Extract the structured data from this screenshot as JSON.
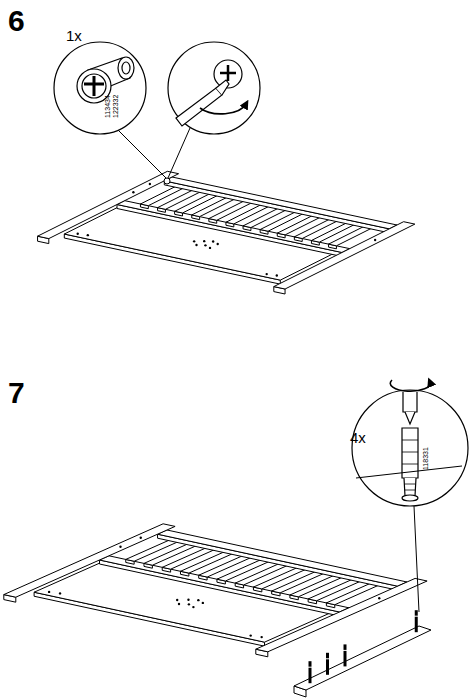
{
  "diagram": {
    "labels": [
      "6",
      "1x",
      "113434",
      "122332",
      "7",
      "4x",
      "118331"
    ]
  }
}
